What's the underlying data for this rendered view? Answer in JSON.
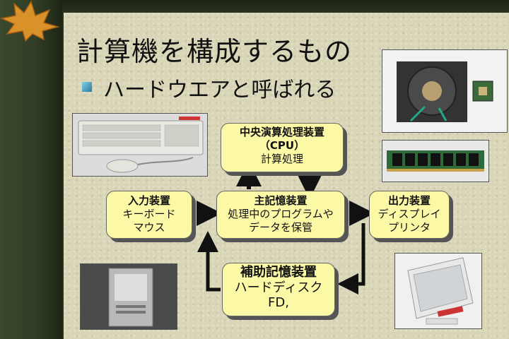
{
  "slide": {
    "title": "計算機を構成するもの",
    "subtitle": "ハードウエアと呼ばれる"
  },
  "boxes": {
    "cpu": {
      "line1": "中央演算処理装置",
      "line2": "（CPU）",
      "line3": "計算処理"
    },
    "input": {
      "line1": "入力装置",
      "line2": "キーボード",
      "line3": "マウス"
    },
    "memory": {
      "line1": "主記憶装置",
      "line2": "処理中のプログラムや",
      "line3": "データを保管"
    },
    "output": {
      "line1": "出力装置",
      "line2": "ディスプレイ",
      "line3": "プリンタ"
    },
    "storage": {
      "line1": "補助記憶装置",
      "line2": "ハードディスク",
      "line3": "FD,"
    }
  },
  "colors": {
    "box_fill": "#fbf8a6",
    "background": "#d9d5b7",
    "frame": "#2f3b24"
  }
}
